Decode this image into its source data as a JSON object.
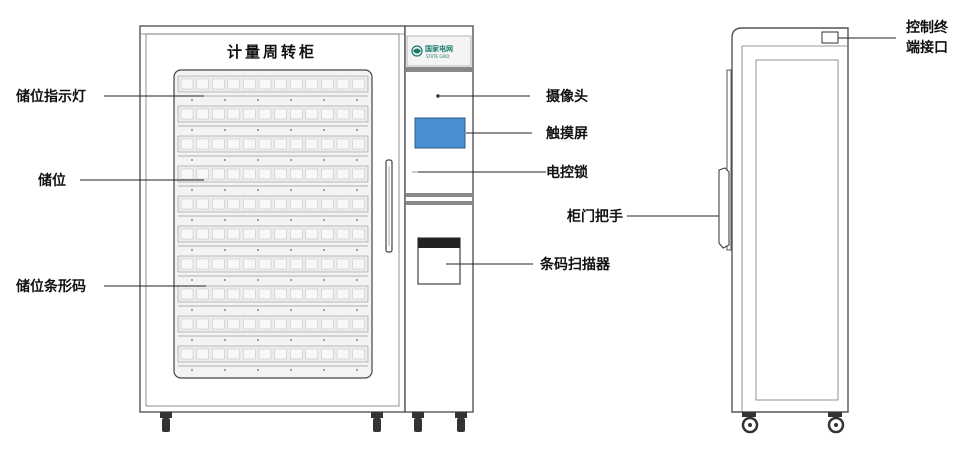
{
  "cabinet_title": "计量周转柜",
  "brand": {
    "name": "国家电网",
    "sub": "STATE GRID"
  },
  "labels": {
    "storage_indicator": "储位指示灯",
    "storage_slot": "储位",
    "storage_barcode": "储位条形码",
    "camera": "摄像头",
    "touchscreen": "触摸屏",
    "electric_lock": "电控锁",
    "barcode_scanner": "条码扫描器",
    "terminal_port_line1": "控制终",
    "terminal_port_line2": "端接口",
    "door_handle": "柜门把手"
  },
  "colors": {
    "screen": "#4a8fcf",
    "brand": "#1a7a6a",
    "outline": "#555555"
  }
}
